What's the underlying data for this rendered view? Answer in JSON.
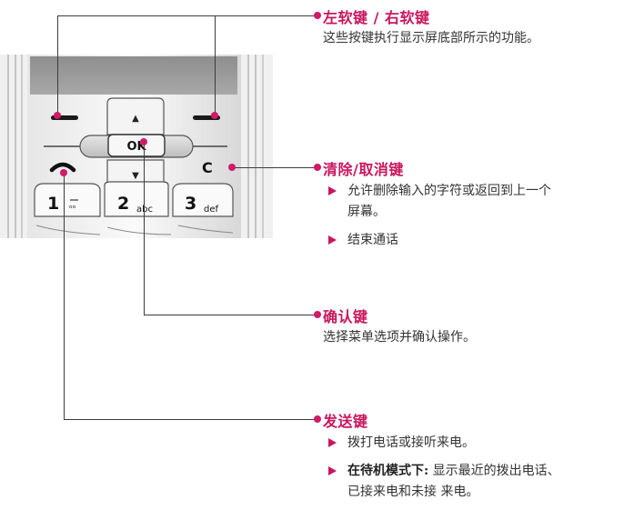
{
  "phone": {
    "ok_label": "OK",
    "up_arrow": "▲",
    "down_arrow": "▼",
    "clear_key_label": "C",
    "keys": [
      {
        "digit": "1",
        "sub": "ᵒᵒ"
      },
      {
        "digit": "2",
        "sub": "abc"
      },
      {
        "digit": "3",
        "sub": "def"
      }
    ]
  },
  "sections": {
    "soft_keys": {
      "title": "左软键 / 右软键",
      "description": "这些按键执行显示屏底部所示的功能。"
    },
    "clear_key": {
      "title": "清除/取消键",
      "bullets": [
        {
          "line1": "允许删除输入的字符或返回到上一个",
          "line2": "屏幕。"
        },
        {
          "line1": "结束通话"
        }
      ]
    },
    "confirm_key": {
      "title": "确认键",
      "description": "选择菜单选项并确认操作。"
    },
    "send_key": {
      "title": "发送键",
      "bullets": [
        {
          "line1": "拨打电话或接听来电。"
        },
        {
          "bold": "在待机模式下:",
          "line1": " 显示最近的拨出电话、",
          "line2": "已接来电和未接  来电。"
        }
      ]
    }
  },
  "colors": {
    "accent": "#c8175f",
    "line": "#3c3c3c",
    "dot": "#d11a68"
  }
}
